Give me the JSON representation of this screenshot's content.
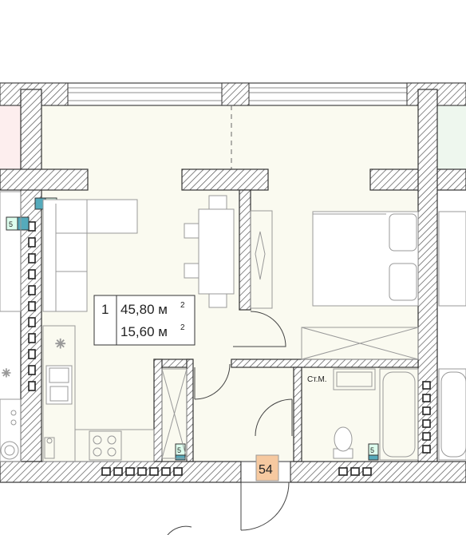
{
  "apartment": {
    "rooms": "1",
    "total_area": "45,80 м",
    "living_area": "15,60 м",
    "area_exponent": "2",
    "number": "54"
  },
  "labels": {
    "storage": "Ст.М.",
    "vent": "5"
  },
  "colors": {
    "wall_hatch": "#555555",
    "floor": "#fafaf0",
    "apartment_badge": "#f6c9a0",
    "furniture": "#9a9a9a"
  }
}
